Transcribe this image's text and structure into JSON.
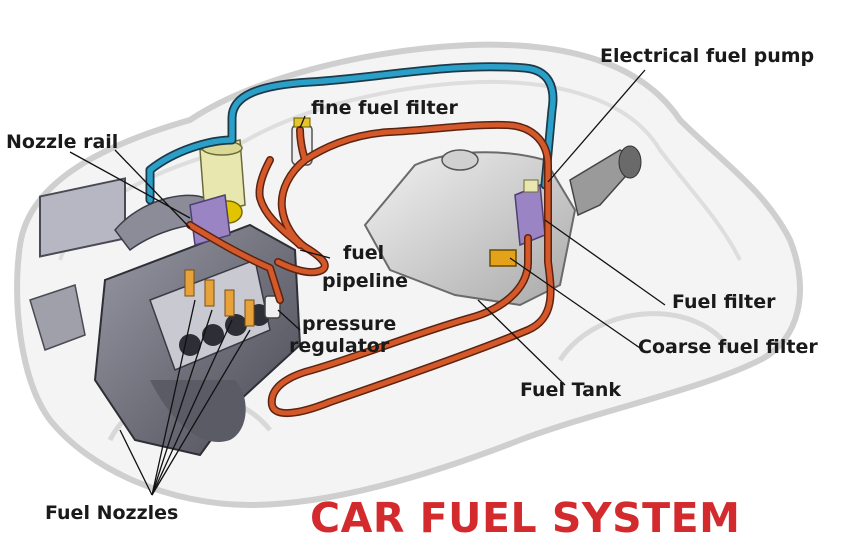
{
  "diagram": {
    "title": "CAR FUEL SYSTEM",
    "colors": {
      "title": "#d32a2e",
      "return_line": "#2aa0c8",
      "supply_line": "#d4582a",
      "body_outline": "#cfcfcf"
    },
    "labels": {
      "electrical_fuel_pump": "Electrical fuel pump",
      "fine_fuel_filter": "fine fuel filter",
      "nozzle_rail": "Nozzle rail",
      "fuel_pipeline_1": "fuel",
      "fuel_pipeline_2": "pipeline",
      "pressure_regulator_1": "pressure",
      "pressure_regulator_2": "regulator",
      "fuel_filter": "Fuel filter",
      "coarse_fuel_filter": "Coarse fuel filter",
      "fuel_tank": "Fuel Tank",
      "fuel_nozzles": "Fuel Nozzles"
    }
  }
}
